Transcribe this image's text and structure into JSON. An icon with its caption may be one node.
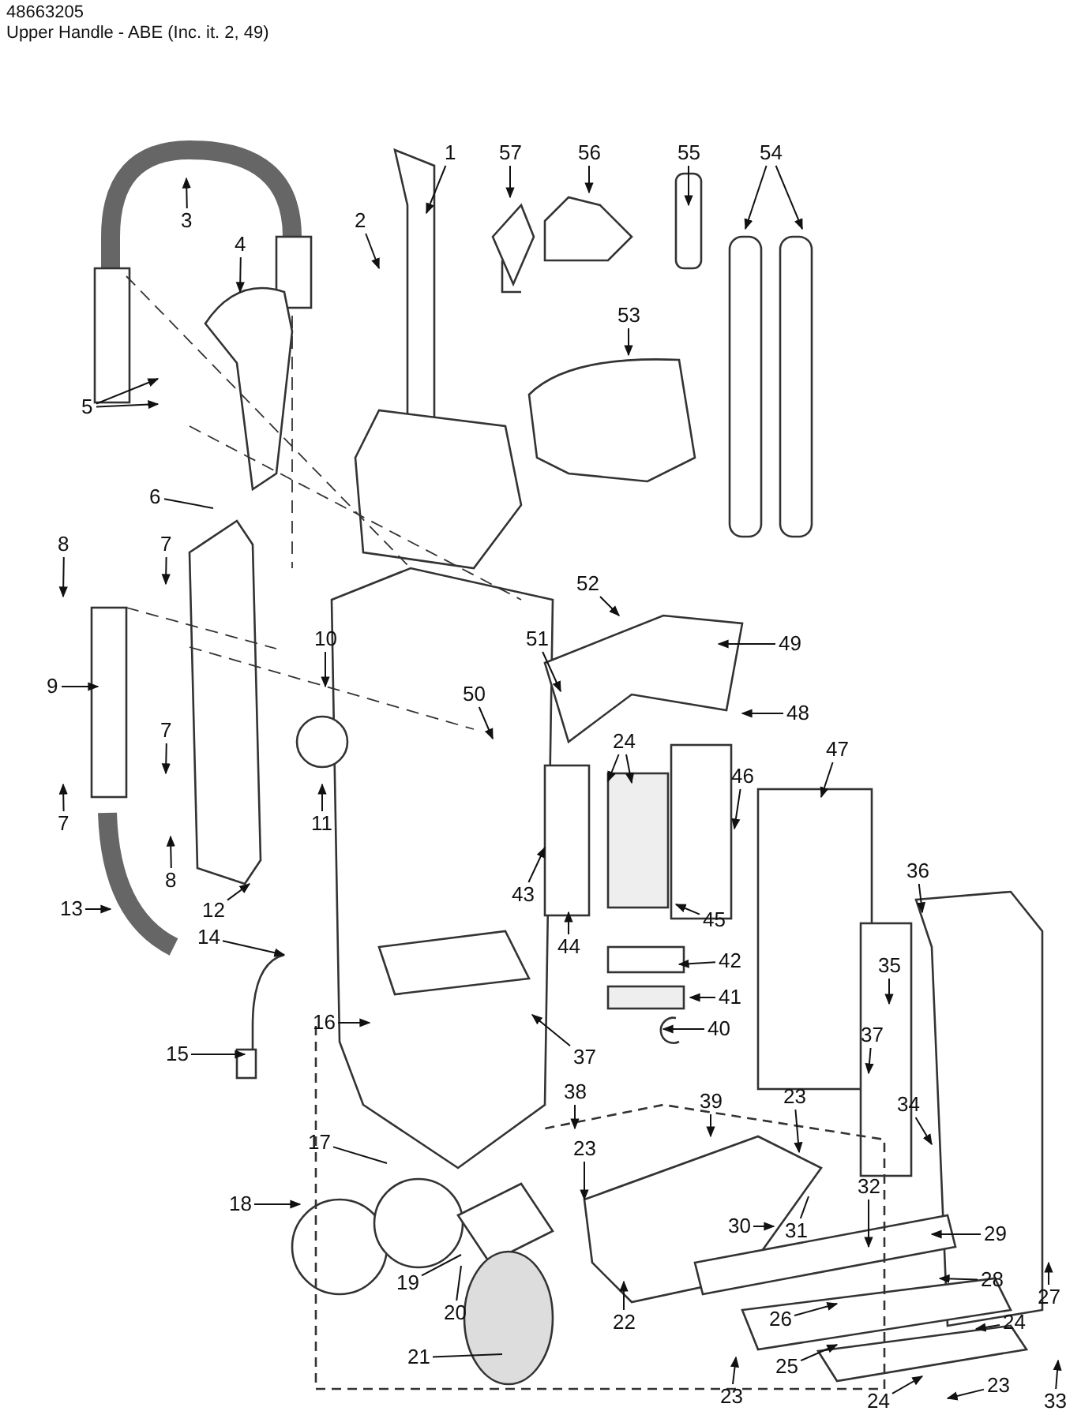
{
  "diagram": {
    "title": "Upper Handle - ABE (Inc. it. 2, 49)",
    "labels": [
      "48663205"
    ],
    "nodes": [
      {
        "text": [
          "1"
        ]
      },
      {
        "text": [
          "57"
        ]
      },
      {
        "text": [
          "56"
        ]
      },
      {
        "text": [
          "55"
        ]
      },
      {
        "text": [
          "54"
        ]
      },
      {
        "text": [
          "3"
        ]
      },
      {
        "text": [
          "2"
        ]
      },
      {
        "text": [
          "4"
        ]
      },
      {
        "text": [
          "53"
        ]
      },
      {
        "text": [
          "5"
        ]
      },
      {
        "text": [
          "6"
        ]
      },
      {
        "text": [
          "7"
        ]
      },
      {
        "text": [
          "8"
        ]
      },
      {
        "text": [
          "52"
        ]
      },
      {
        "text": [
          "49"
        ]
      },
      {
        "text": [
          "10"
        ]
      },
      {
        "text": [
          "51"
        ]
      },
      {
        "text": [
          "50"
        ]
      },
      {
        "text": [
          "9"
        ]
      },
      {
        "text": [
          "48"
        ]
      },
      {
        "text": [
          "47"
        ]
      },
      {
        "text": [
          "24"
        ]
      },
      {
        "text": [
          "46"
        ]
      },
      {
        "text": [
          "7"
        ]
      },
      {
        "text": [
          "7"
        ]
      },
      {
        "text": [
          "11"
        ]
      },
      {
        "text": [
          "8"
        ]
      },
      {
        "text": [
          "36"
        ]
      },
      {
        "text": [
          "43"
        ]
      },
      {
        "text": [
          "12"
        ]
      },
      {
        "text": [
          "13"
        ]
      },
      {
        "text": [
          "45"
        ]
      },
      {
        "text": [
          "14"
        ]
      },
      {
        "text": [
          "44"
        ]
      },
      {
        "text": [
          "42"
        ]
      },
      {
        "text": [
          "35"
        ]
      },
      {
        "text": [
          "41"
        ]
      },
      {
        "text": [
          "16"
        ]
      },
      {
        "text": [
          "40"
        ]
      },
      {
        "text": [
          "37"
        ]
      },
      {
        "text": [
          "15"
        ]
      },
      {
        "text": [
          "37"
        ]
      },
      {
        "text": [
          "39"
        ]
      },
      {
        "text": [
          "38"
        ]
      },
      {
        "text": [
          "23"
        ]
      },
      {
        "text": [
          "34"
        ]
      },
      {
        "text": [
          "17"
        ]
      },
      {
        "text": [
          "23"
        ]
      },
      {
        "text": [
          "32"
        ]
      },
      {
        "text": [
          "18"
        ]
      },
      {
        "text": [
          "30"
        ]
      },
      {
        "text": [
          "31"
        ]
      },
      {
        "text": [
          "29"
        ]
      },
      {
        "text": [
          "28"
        ]
      },
      {
        "text": [
          "19"
        ]
      },
      {
        "text": [
          "27"
        ]
      },
      {
        "text": [
          "20"
        ]
      },
      {
        "text": [
          "22"
        ]
      },
      {
        "text": [
          "24"
        ]
      },
      {
        "text": [
          "26"
        ]
      },
      {
        "text": [
          "21"
        ]
      },
      {
        "text": [
          "25"
        ]
      },
      {
        "text": [
          "23"
        ]
      },
      {
        "text": [
          "24"
        ]
      },
      {
        "text": [
          "23"
        ]
      },
      {
        "text": [
          "33"
        ]
      }
    ],
    "edges": [
      {
        "from": 0,
        "to": null,
        "arrow": "to"
      },
      {
        "from": 1,
        "to": null,
        "arrow": "to"
      },
      {
        "from": 2,
        "to": null,
        "arrow": "to"
      },
      {
        "from": 3,
        "to": null,
        "arrow": "to"
      },
      {
        "from": 4,
        "to": null,
        "arrow": "to"
      },
      {
        "from": 4,
        "to": null,
        "arrow": "to"
      },
      {
        "from": 5,
        "to": null,
        "arrow": "to"
      },
      {
        "from": 6,
        "to": null,
        "arrow": "to"
      },
      {
        "from": 7,
        "to": null,
        "arrow": "to"
      },
      {
        "from": 8,
        "to": null,
        "arrow": "to"
      },
      {
        "from": 9,
        "to": null,
        "arrow": "to"
      },
      {
        "from": 9,
        "to": null,
        "arrow": "to"
      },
      {
        "from": 10,
        "to": null,
        "arrow": "none"
      },
      {
        "from": 11,
        "to": null,
        "arrow": "to"
      },
      {
        "from": 12,
        "to": null,
        "arrow": "to"
      },
      {
        "from": 13,
        "to": null,
        "arrow": "to"
      },
      {
        "from": 14,
        "to": null,
        "arrow": "to"
      },
      {
        "from": 15,
        "to": null,
        "arrow": "to"
      },
      {
        "from": 16,
        "to": null,
        "arrow": "to"
      },
      {
        "from": 17,
        "to": null,
        "arrow": "to"
      },
      {
        "from": 18,
        "to": null,
        "arrow": "to"
      },
      {
        "from": 19,
        "to": null,
        "arrow": "to"
      },
      {
        "from": 20,
        "to": null,
        "arrow": "to"
      },
      {
        "from": 21,
        "to": null,
        "arrow": "to"
      },
      {
        "from": 21,
        "to": null,
        "arrow": "to"
      },
      {
        "from": 22,
        "to": null,
        "arrow": "to"
      },
      {
        "from": 23,
        "to": null,
        "arrow": "to"
      },
      {
        "from": 24,
        "to": null,
        "arrow": "to"
      },
      {
        "from": 25,
        "to": null,
        "arrow": "to"
      },
      {
        "from": 26,
        "to": null,
        "arrow": "to"
      },
      {
        "from": 27,
        "to": null,
        "arrow": "to"
      },
      {
        "from": 28,
        "to": null,
        "arrow": "to"
      },
      {
        "from": 29,
        "to": null,
        "arrow": "to"
      },
      {
        "from": 30,
        "to": null,
        "arrow": "to"
      },
      {
        "from": 31,
        "to": null,
        "arrow": "to"
      },
      {
        "from": 32,
        "to": null,
        "arrow": "to"
      },
      {
        "from": 33,
        "to": null,
        "arrow": "to"
      },
      {
        "from": 34,
        "to": null,
        "arrow": "to"
      },
      {
        "from": 35,
        "to": null,
        "arrow": "to"
      },
      {
        "from": 36,
        "to": null,
        "arrow": "to"
      },
      {
        "from": 37,
        "to": null,
        "arrow": "to"
      },
      {
        "from": 38,
        "to": null,
        "arrow": "to"
      },
      {
        "from": 39,
        "to": null,
        "arrow": "to"
      },
      {
        "from": 40,
        "to": null,
        "arrow": "to"
      },
      {
        "from": 41,
        "to": null,
        "arrow": "to"
      },
      {
        "from": 42,
        "to": null,
        "arrow": "to"
      },
      {
        "from": 43,
        "to": null,
        "arrow": "to"
      },
      {
        "from": 44,
        "to": null,
        "arrow": "to"
      },
      {
        "from": 45,
        "to": null,
        "arrow": "to"
      },
      {
        "from": 46,
        "to": null,
        "arrow": "none"
      },
      {
        "from": 47,
        "to": null,
        "arrow": "to"
      },
      {
        "from": 48,
        "to": null,
        "arrow": "to"
      },
      {
        "from": 49,
        "to": null,
        "arrow": "to"
      },
      {
        "from": 50,
        "to": null,
        "arrow": "to"
      },
      {
        "from": 51,
        "to": null,
        "arrow": "none"
      },
      {
        "from": 52,
        "to": null,
        "arrow": "to"
      },
      {
        "from": 53,
        "to": null,
        "arrow": "to"
      },
      {
        "from": 54,
        "to": null,
        "arrow": "none"
      },
      {
        "from": 55,
        "to": null,
        "arrow": "to"
      },
      {
        "from": 56,
        "to": null,
        "arrow": "none"
      },
      {
        "from": 57,
        "to": null,
        "arrow": "to"
      },
      {
        "from": 58,
        "to": null,
        "arrow": "to"
      },
      {
        "from": 59,
        "to": null,
        "arrow": "to"
      },
      {
        "from": 60,
        "to": null,
        "arrow": "none"
      },
      {
        "from": 61,
        "to": null,
        "arrow": "to"
      },
      {
        "from": 62,
        "to": null,
        "arrow": "to"
      },
      {
        "from": 63,
        "to": null,
        "arrow": "to"
      },
      {
        "from": 64,
        "to": null,
        "arrow": "to"
      },
      {
        "from": 65,
        "to": null,
        "arrow": "to"
      }
    ]
  }
}
